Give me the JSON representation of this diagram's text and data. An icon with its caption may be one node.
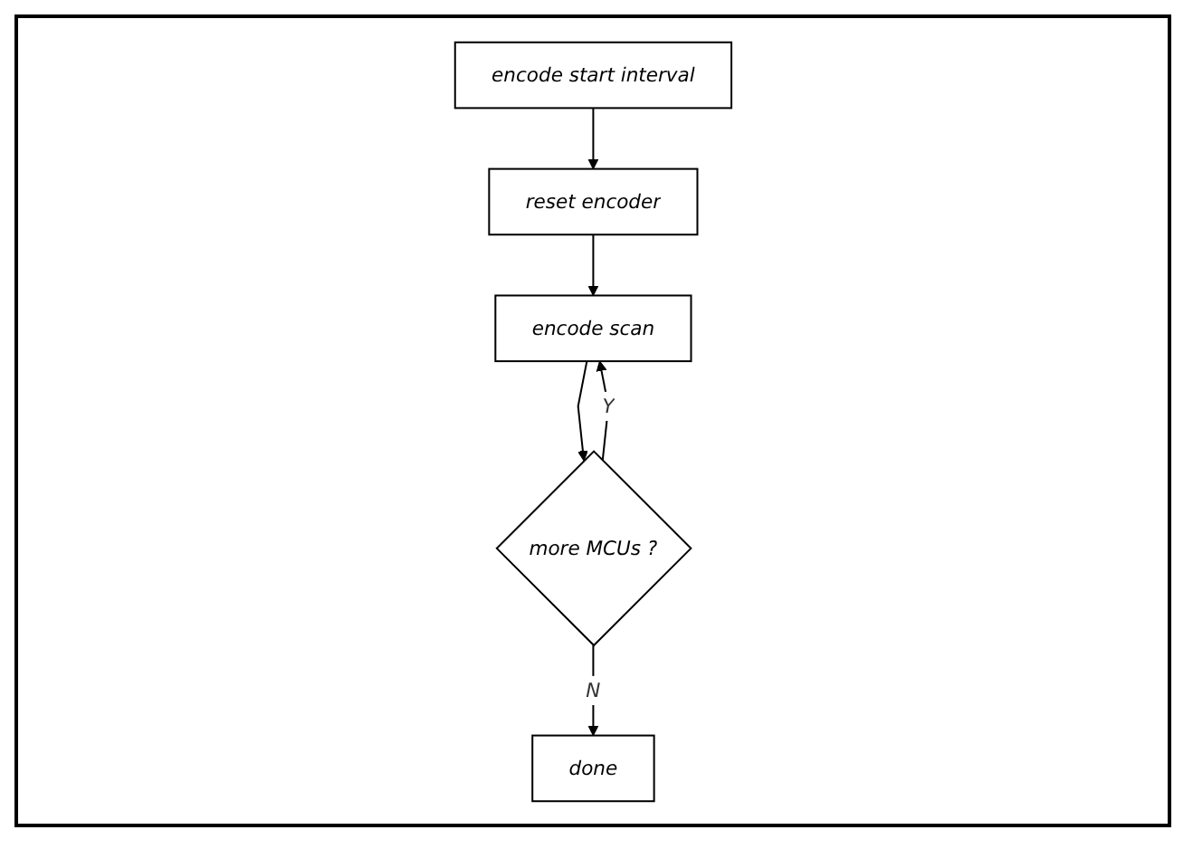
{
  "diagram": {
    "nodes": [
      {
        "text": [
          "encode start interval"
        ]
      },
      {
        "text": [
          "reset encoder"
        ]
      },
      {
        "text": [
          "encode scan"
        ]
      },
      {
        "text": [
          "more MCUs ?"
        ]
      },
      {
        "text": [
          "done"
        ]
      }
    ],
    "edges": [
      {
        "from": 0,
        "to": 1,
        "arrow": "to"
      },
      {
        "from": 1,
        "to": 2,
        "arrow": "to"
      },
      {
        "from": 2,
        "to": 3,
        "arrow": "to"
      },
      {
        "from": 3,
        "to": 4,
        "arrow": "to",
        "label": "N"
      },
      {
        "from": 3,
        "to": 2,
        "arrow": "to",
        "label": "Y"
      }
    ]
  }
}
